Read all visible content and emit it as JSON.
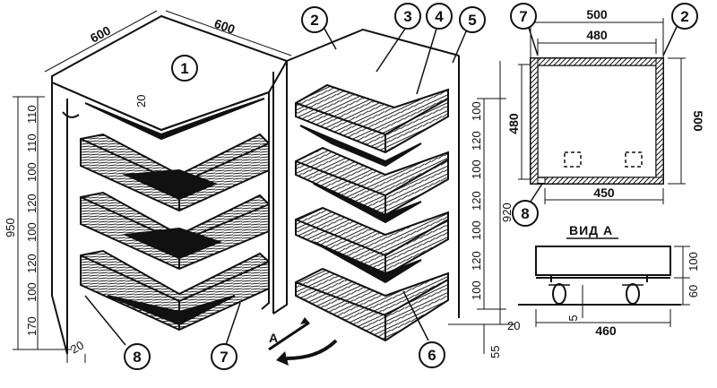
{
  "callouts": {
    "c1": "1",
    "c2": "2",
    "c3": "3",
    "c4": "4",
    "c5": "5",
    "c6": "6",
    "c7": "7",
    "c8": "8",
    "plan_c7": "7",
    "plan_c2": "2",
    "plan_c8": "8"
  },
  "left_unit": {
    "top_width": "600",
    "top_depth": "600",
    "top_thickness": "20",
    "total_height": "950",
    "base_width": "20",
    "spacings": [
      "110",
      "110",
      "100",
      "120",
      "100",
      "120",
      "100",
      "170"
    ]
  },
  "right_unit": {
    "total_height": "920",
    "bottom_offset": "55",
    "base": "20",
    "spacings": [
      "100",
      "120",
      "100",
      "120",
      "100",
      "120",
      "100"
    ]
  },
  "plan_view": {
    "outer_width": "500",
    "inner_width": "480",
    "inner_height": "480",
    "outer_height": "500",
    "bottom_width": "450"
  },
  "view_a": {
    "title": "ВИД А",
    "height_total": "100",
    "height_wheel": "60",
    "clearance": "5",
    "width": "460"
  },
  "arrow_label": "A"
}
